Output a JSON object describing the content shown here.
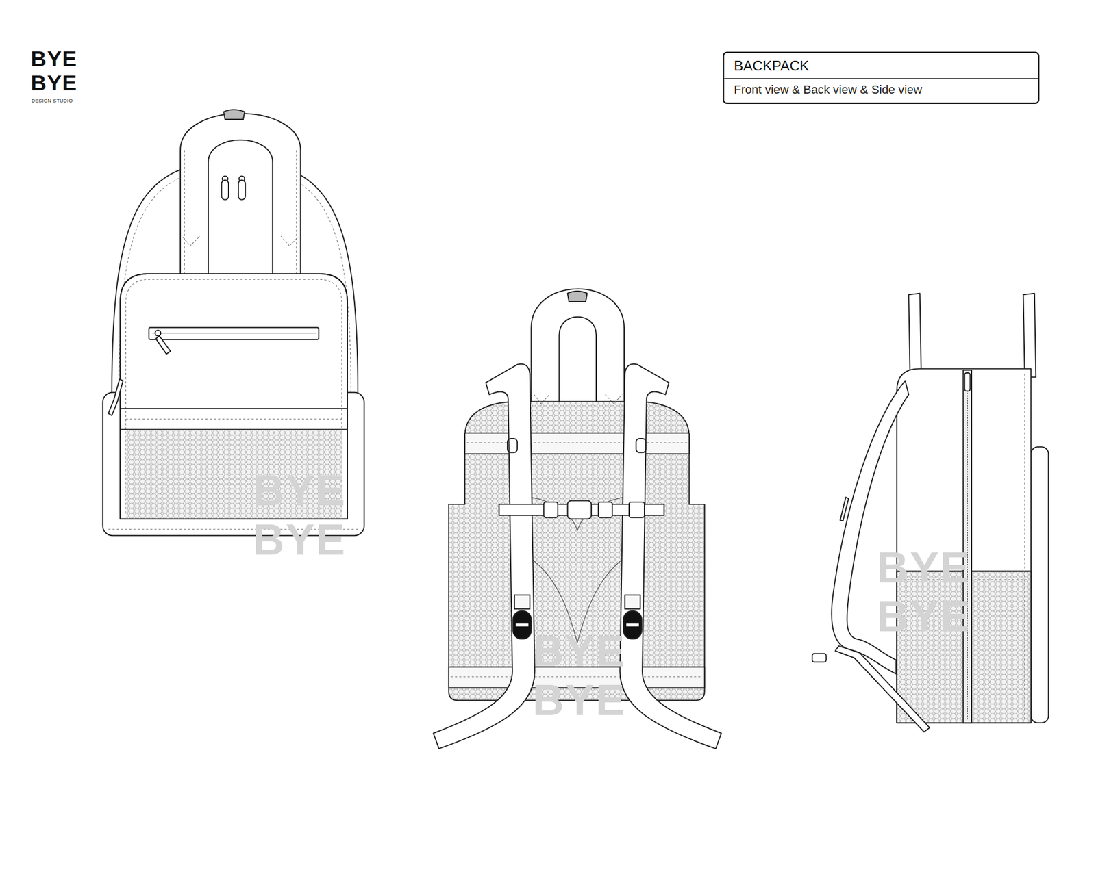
{
  "diagram": {
    "nodes": [
      {
        "text": [
          "BACKPACK",
          "Front view & Back view & Side view"
        ]
      }
    ],
    "labels": [
      "BYE BYE",
      "DESIGN STUDIO",
      "BYE BYE",
      "BYE BYE",
      "BYE BYE"
    ]
  }
}
